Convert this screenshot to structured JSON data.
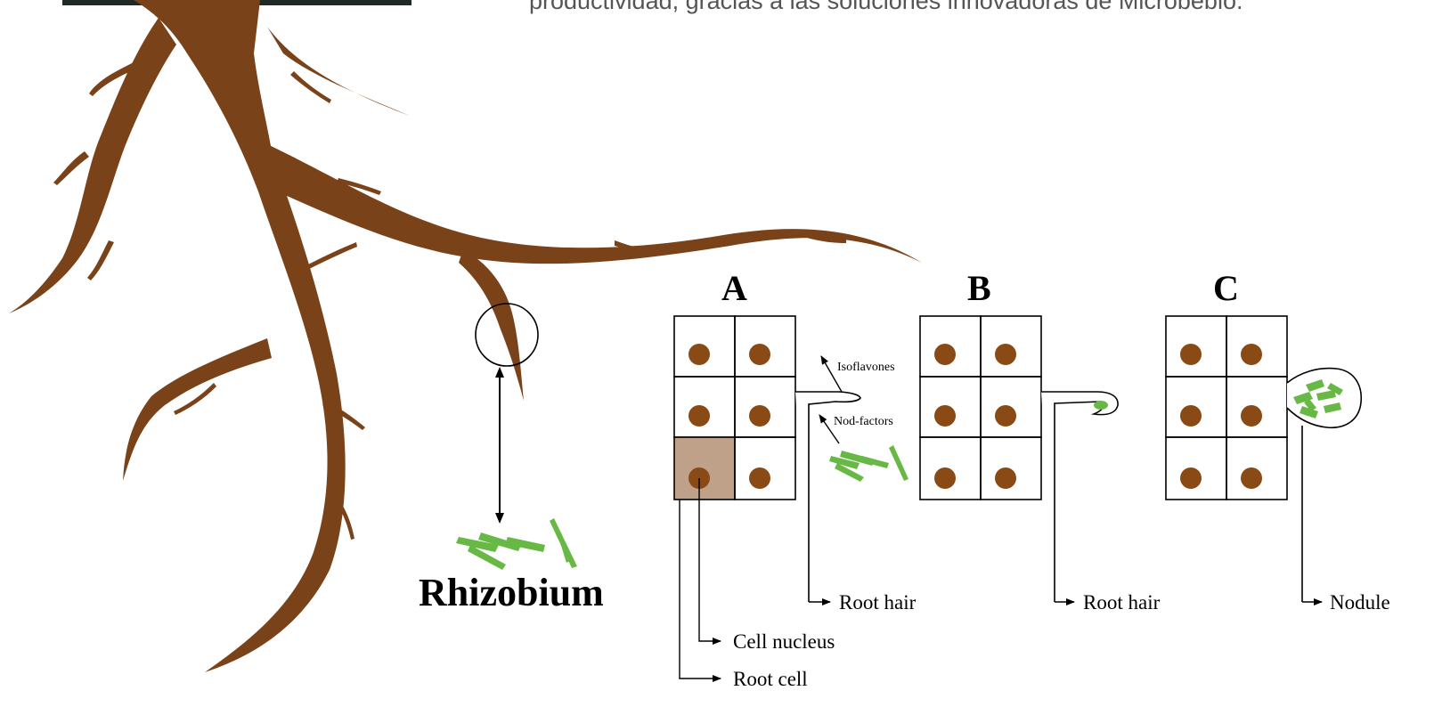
{
  "top_text": "productividad, gracias a las soluciones innovadoras de Microbebio.",
  "colors": {
    "root": "#7a4218",
    "bacteria": "#67b845",
    "nucleus": "#8a4a16",
    "highlight_cell": "#bfa189"
  },
  "labels": {
    "rhizobium": "Rhizobium",
    "panel_a": "A",
    "panel_b": "B",
    "panel_c": "C",
    "isoflavones": "Isoflavones",
    "nod_factors": "Nod-factors",
    "root_hair_a": "Root hair",
    "root_hair_b": "Root hair",
    "nodule": "Nodule",
    "cell_nucleus": "Cell nucleus",
    "root_cell": "Root cell"
  }
}
